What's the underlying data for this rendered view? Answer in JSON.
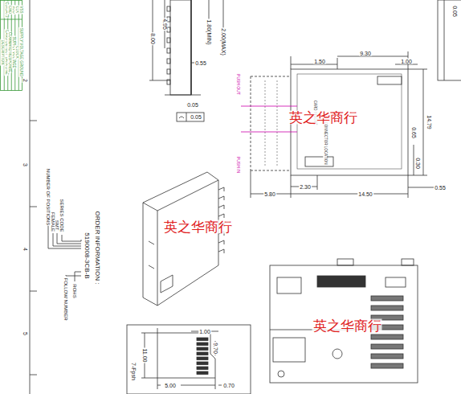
{
  "diagram": {
    "labels": [
      "DESCRIPTION",
      "CD/DAT3",
      "CARD DETECT DATA LINE",
      "CMD",
      "COMMAND RESPONSE",
      "VDD",
      "SUPPLY VOLTAGE",
      "CLK",
      "CLOCK",
      "VSS",
      "SUPPLY VOLTAGE GROUND",
      "2",
      "3",
      "4",
      "5",
      "ORDER INFORMATION :",
      "5190008-3CB-B",
      "ROHS",
      "FOLLOW NUMBER",
      "SERIES CODE",
      "SMT",
      "FEMALE",
      "NUMBER OF POSITIONS",
      "4.95",
      "8.00",
      "0.55",
      "0.05",
      "0.05",
      "1.80(MIN)",
      "2.00(MAX)",
      "0.05",
      "9.30",
      "1.50",
      "1.00",
      "14.79",
      "0.65",
      "0.30",
      "0.55",
      "5.80",
      "2.30",
      "14.50",
      "PUSH OUT",
      "PUSH IN",
      "CARD INSERT",
      "CONNECTOR LOCATION",
      "1.00",
      "11.00",
      "9.70",
      "5.00",
      "0.70",
      "7-Fpsh",
      "英之华商行",
      "英之华商行",
      "英之华商行"
    ]
  }
}
